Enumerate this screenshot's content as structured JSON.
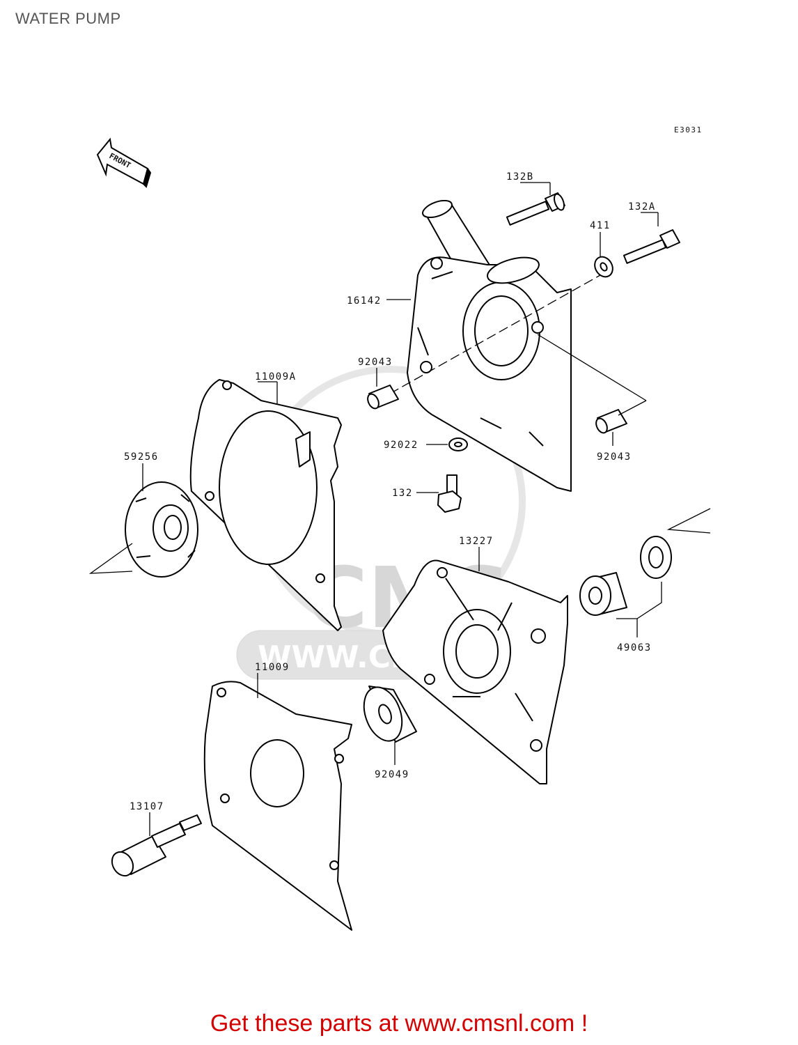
{
  "title": "WATER PUMP",
  "diagram_code": "E3031",
  "front_label": "FRONT",
  "watermark": {
    "url_text": "WWW.CMSNL.COM",
    "logo_text": "CMS"
  },
  "parts": {
    "p132B": "132B",
    "p132A": "132A",
    "p411": "411",
    "p16142": "16142",
    "p92043a": "92043",
    "p92043b": "92043",
    "p11009A": "11009A",
    "p92022": "92022",
    "p132": "132",
    "p59256": "59256",
    "p13227": "13227",
    "p49063": "49063",
    "p11009": "11009",
    "p92049": "92049",
    "p13107": "13107"
  },
  "footer_text": "Get these parts at www.cmsnl.com !"
}
